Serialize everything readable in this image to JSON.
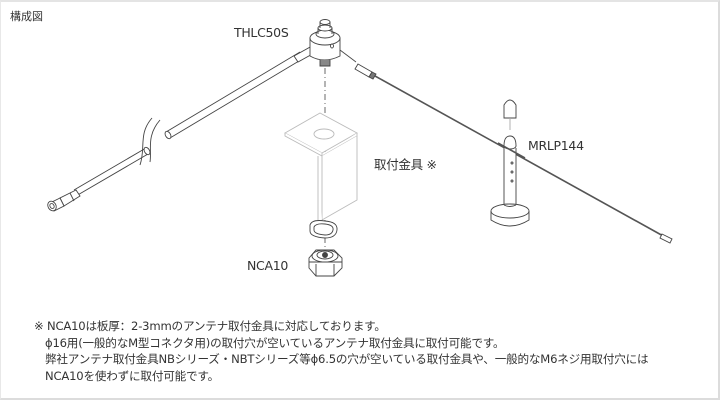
{
  "header": {
    "title": "構成図"
  },
  "diagram": {
    "parts": [
      {
        "id": "thlc50s",
        "label": "THLC50S"
      },
      {
        "id": "bracket",
        "label": "取付金具 ※"
      },
      {
        "id": "nca10",
        "label": "NCA10"
      },
      {
        "id": "mrlp144",
        "label": "MRLP144"
      }
    ]
  },
  "notes": {
    "lines": [
      "※ NCA10は板厚：2-3mmのアンテナ取付金具に対応しております。",
      "ϕ16用(一般的なM型コネクタ用)の取付穴が空いているアンテナ取付金具に取付可能です。",
      "弊社アンテナ取付金具NBシリーズ・NBTシリーズ等ϕ6.5の穴が空いている取付金具や、一般的なM6ネジ用取付穴には",
      "NCA10を使わずに取付可能です。"
    ]
  },
  "colors": {
    "line": "#444444",
    "bracket": "#b8b8b8",
    "text": "#333333",
    "border": "#dcdcdc"
  }
}
